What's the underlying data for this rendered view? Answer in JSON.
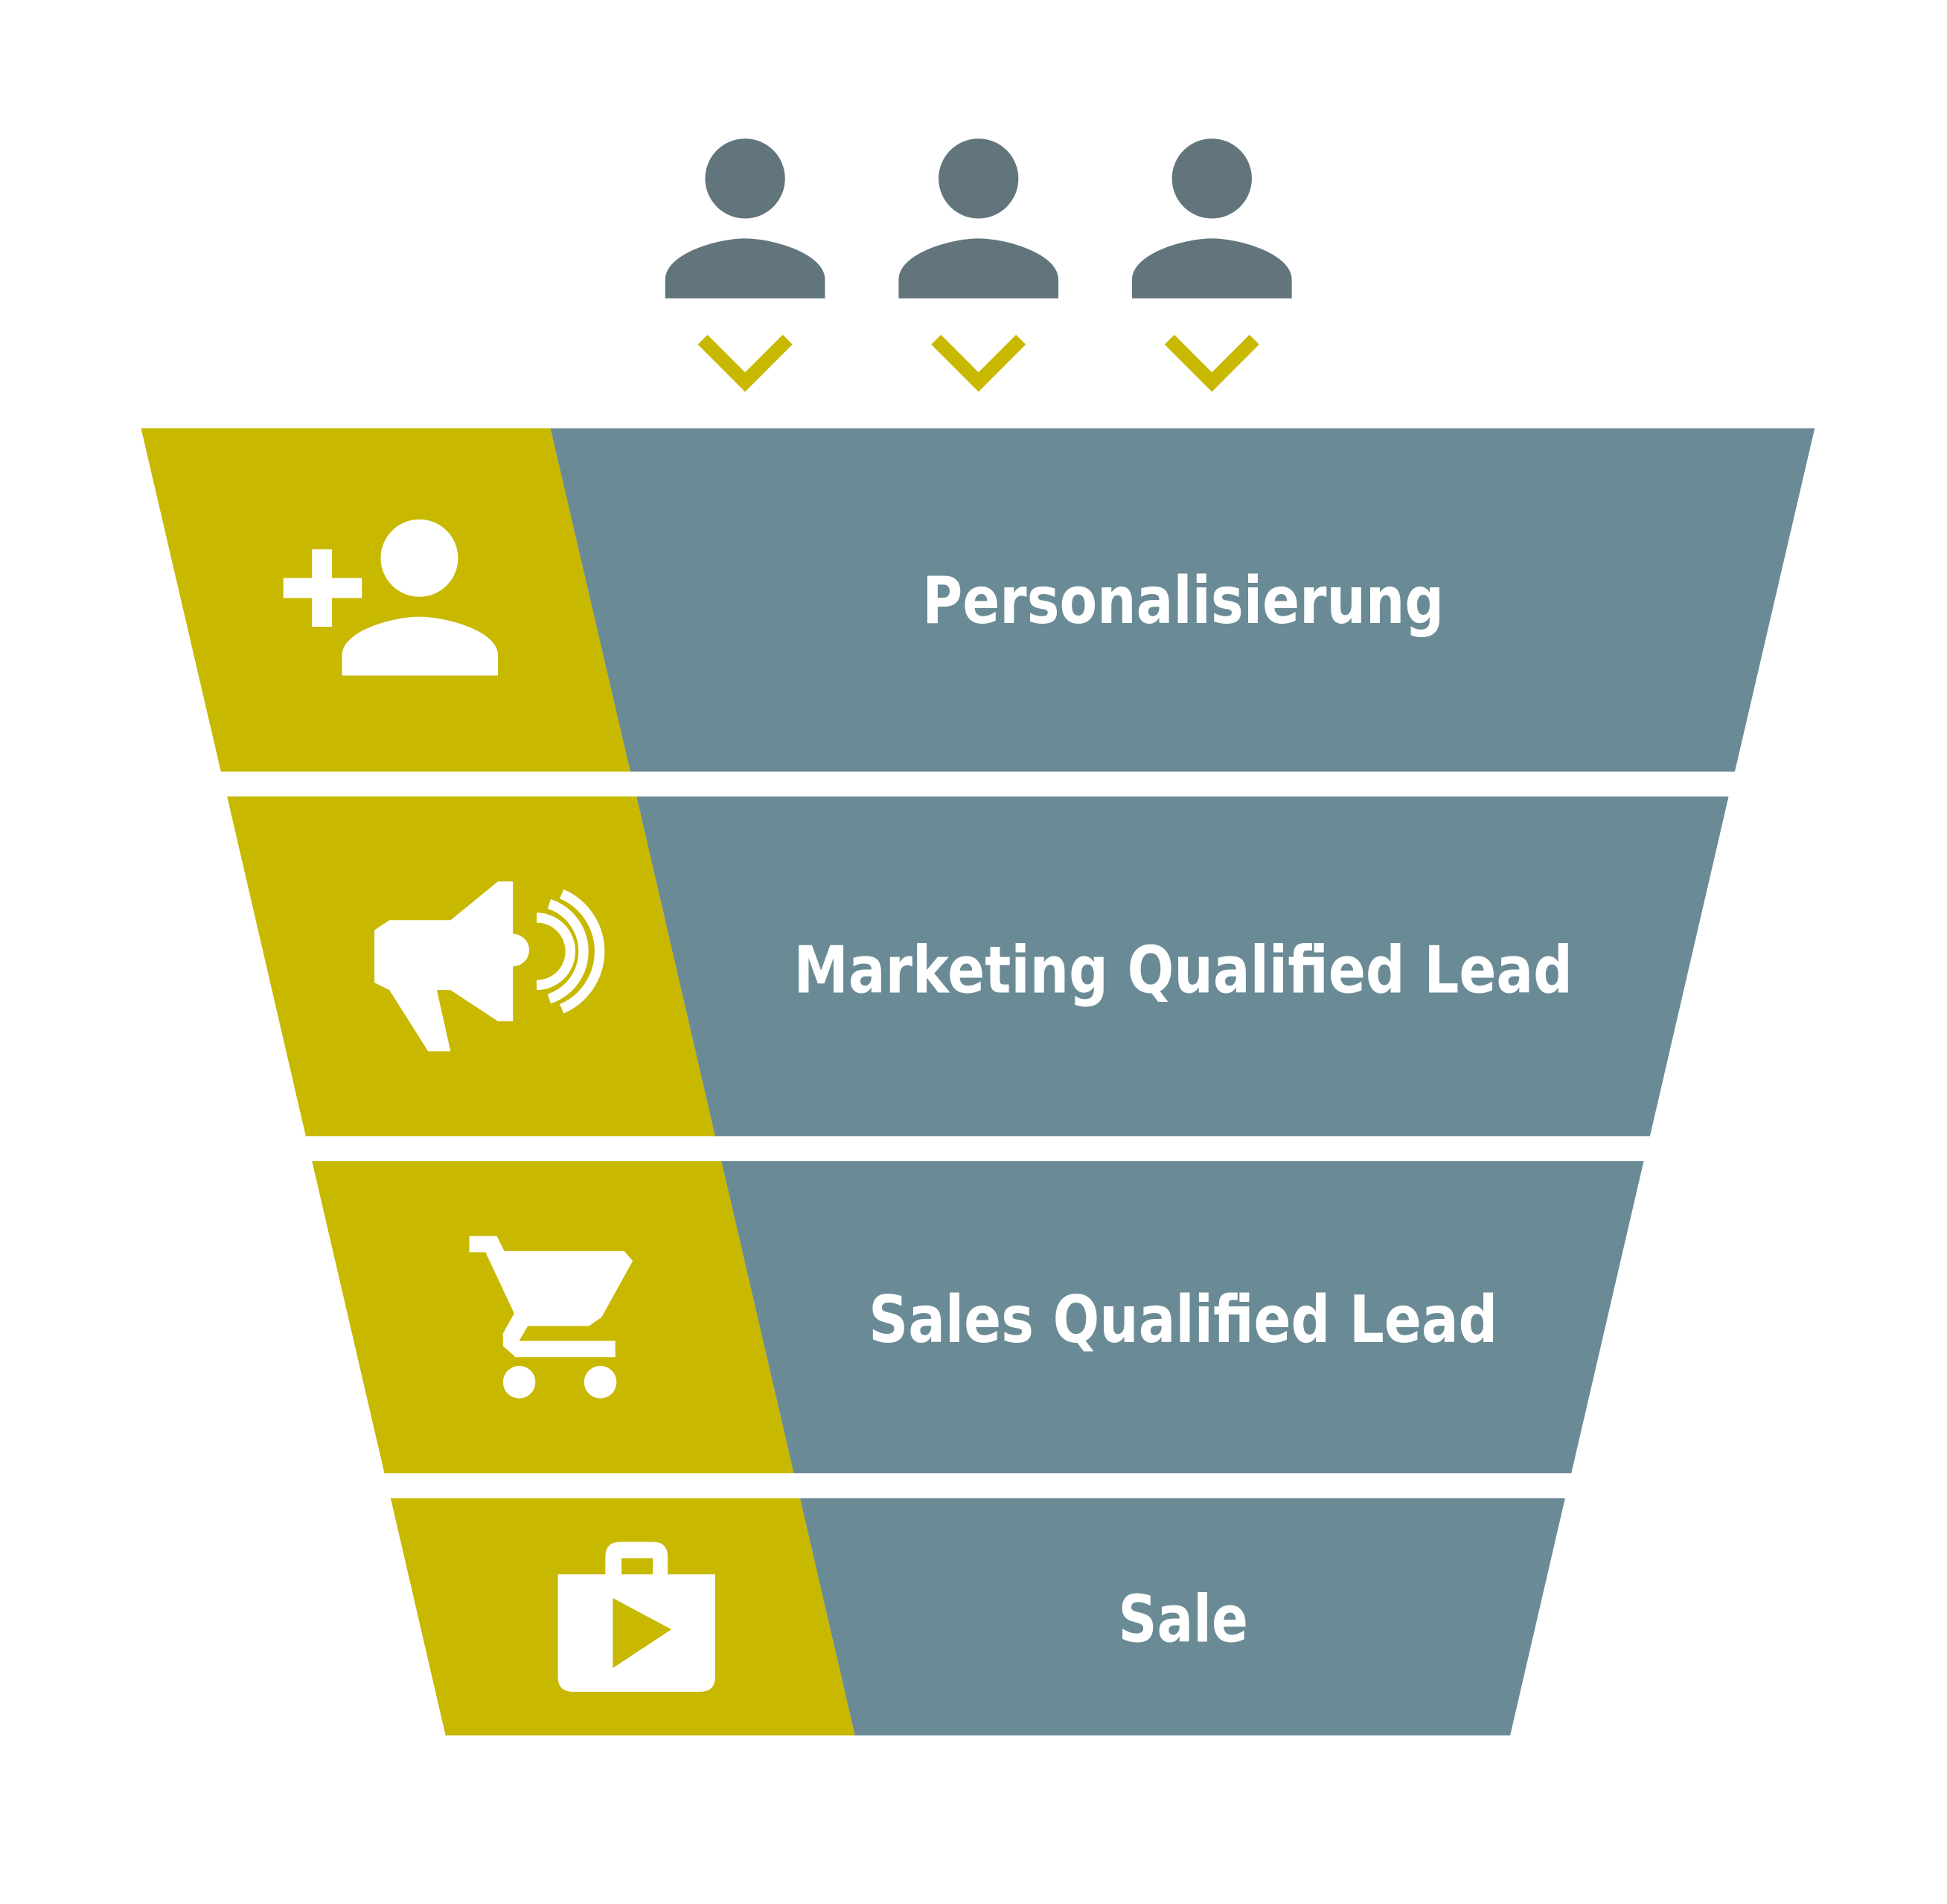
{
  "colors": {
    "accent_yellow": "#C8B800",
    "stage_blue": "#6A8B96",
    "person_gray": "#62757C",
    "icon_white": "#FFFFFF"
  },
  "top_icons": [
    "person-icon",
    "person-icon",
    "person-icon"
  ],
  "stages": [
    {
      "label": "Personalisierung",
      "icon": "add-person-icon"
    },
    {
      "label": "Marketing Qualified Lead",
      "icon": "megaphone-icon"
    },
    {
      "label": "Sales Qualified Lead",
      "icon": "shopping-cart-icon"
    },
    {
      "label": "Sale",
      "icon": "shopping-bag-play-icon"
    }
  ]
}
